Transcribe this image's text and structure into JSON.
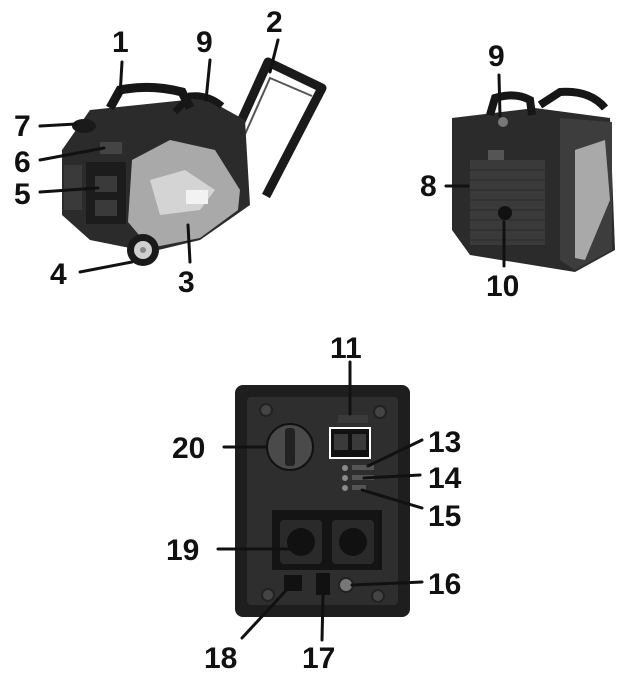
{
  "colors": {
    "body_dark": "#2b2b2b",
    "body_mid": "#4a4a4a",
    "panel_grey": "#a9a9a9",
    "panel_light": "#d4d4d4",
    "black": "#111111",
    "white": "#ffffff"
  },
  "callouts": {
    "c1": "1",
    "c2": "2",
    "c3": "3",
    "c4": "4",
    "c5": "5",
    "c6": "6",
    "c7": "7",
    "c8": "8",
    "c9a": "9",
    "c9b": "9",
    "c10": "10",
    "c11": "11",
    "c13": "13",
    "c14": "14",
    "c15": "15",
    "c16": "16",
    "c17": "17",
    "c18": "18",
    "c19": "19",
    "c20": "20"
  }
}
